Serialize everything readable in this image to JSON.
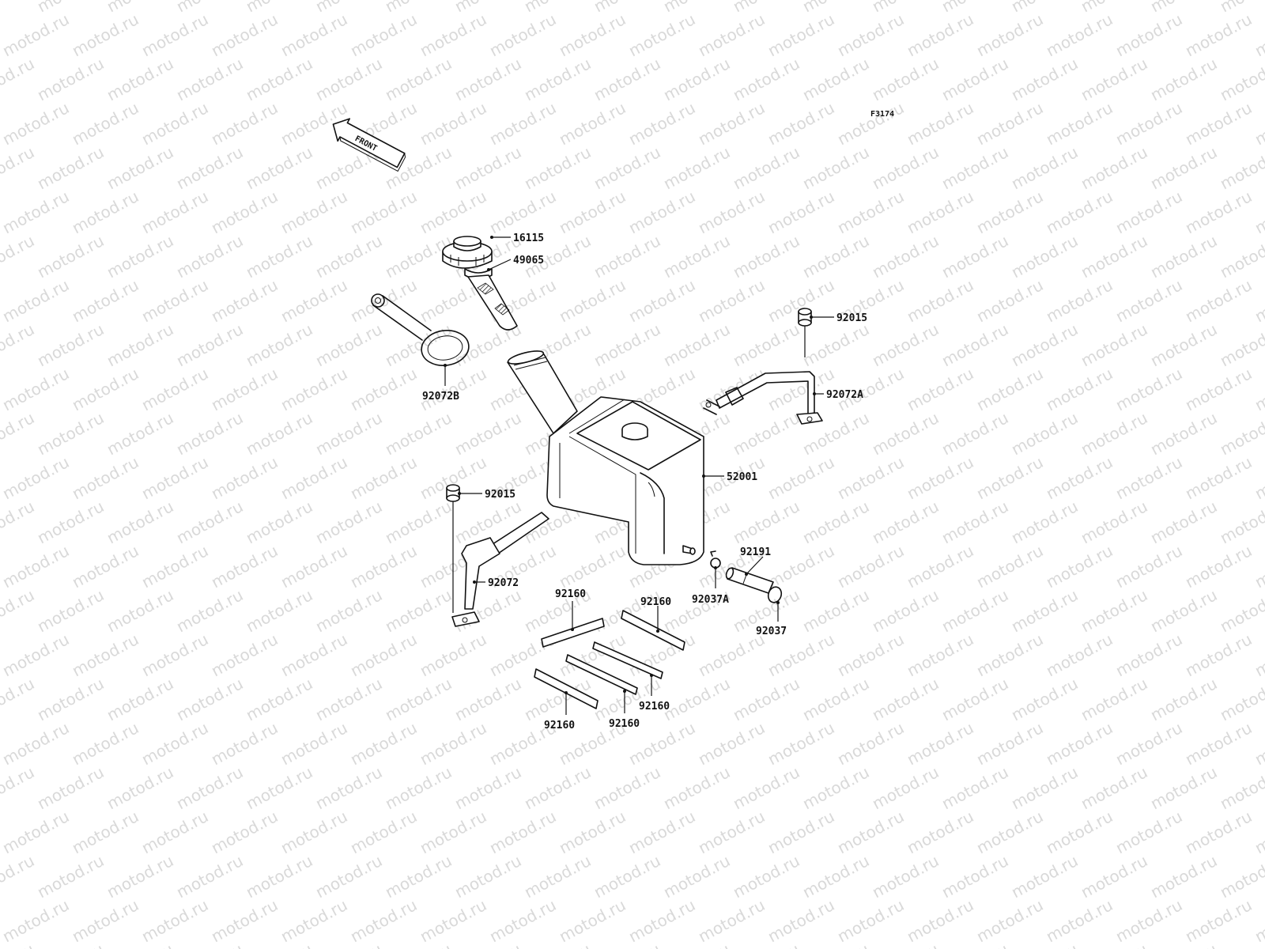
{
  "figure_code": "F3174",
  "watermark": "motod.ru",
  "front_arrow_text": "FRONT",
  "labels": {
    "p16115": "16115",
    "p49065": "49065",
    "p92072B": "92072B",
    "p92015_right": "92015",
    "p92072A": "92072A",
    "p52001": "52001",
    "p92015_left": "92015",
    "p92072": "92072",
    "p92191": "92191",
    "p92037A": "92037A",
    "p92037": "92037",
    "p92160_a": "92160",
    "p92160_b": "92160",
    "p92160_c": "92160",
    "p92160_d": "92160",
    "p92160_e": "92160"
  }
}
